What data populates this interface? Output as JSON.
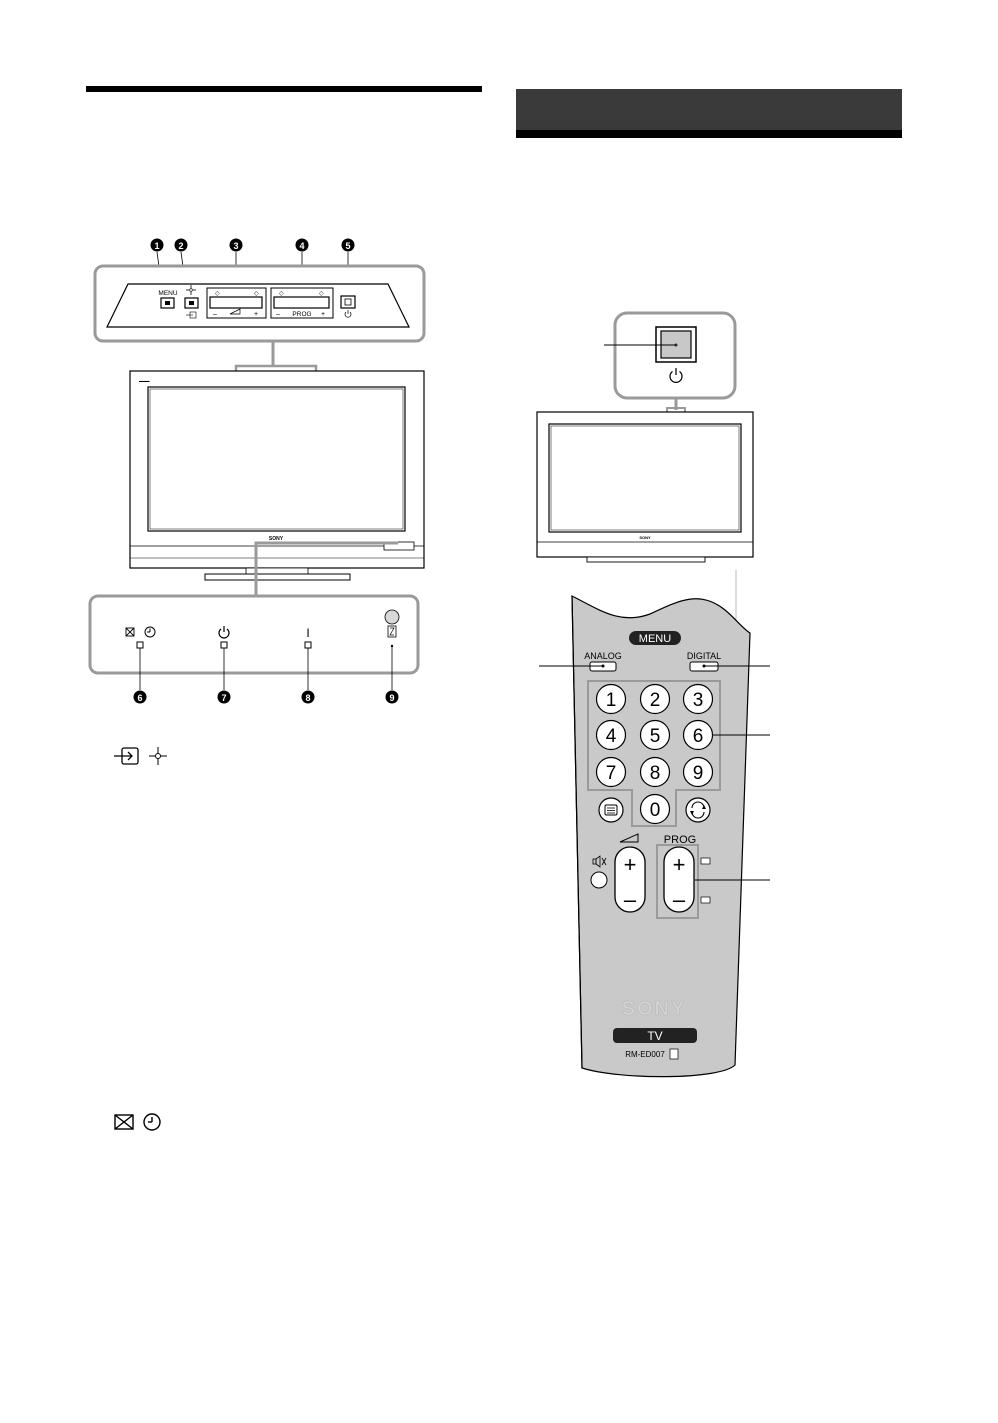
{
  "front_panel": {
    "controls": {
      "menu_label": "MENU",
      "prog_label": "PROG",
      "minus": "–",
      "plus": "+"
    },
    "callouts": [
      "1",
      "2",
      "3",
      "4",
      "5"
    ],
    "icons": [
      "input-icon",
      "sun-icon",
      "arrow-icon",
      "volume-icon",
      "power-icon"
    ]
  },
  "tv": {
    "brand": "SONY"
  },
  "indicators": {
    "callouts": [
      "6",
      "7",
      "8",
      "9"
    ],
    "items": [
      "picture-off-timer-indicator",
      "standby-indicator",
      "power-indicator",
      "remote-sensor"
    ],
    "power_glyph": "I"
  },
  "left_legends": {
    "input_row_icons": [
      "input-icon",
      "sun-icon"
    ],
    "indicator_row_icons": [
      "picture-off-icon",
      "clock-icon"
    ]
  },
  "remote": {
    "menu": "MENU",
    "analog": "ANALOG",
    "digital": "DIGITAL",
    "digits": [
      "1",
      "2",
      "3",
      "4",
      "5",
      "6",
      "7",
      "8",
      "9",
      "0"
    ],
    "prog_label": "PROG",
    "plus": "+",
    "minus": "–",
    "brand": "SONY",
    "tv_button": "TV",
    "model": "RM-ED007"
  }
}
